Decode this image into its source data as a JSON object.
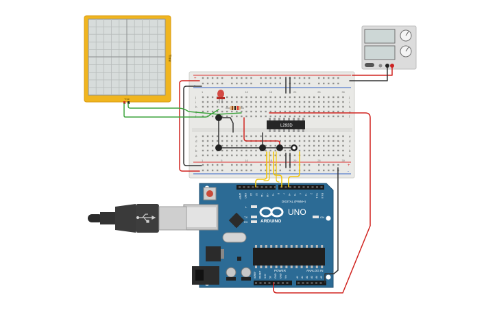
{
  "oscilloscope": {
    "label": "Time",
    "probe_label": "Tme"
  },
  "breadboard": {
    "row_letters_top": [
      "j",
      "i",
      "h",
      "g",
      "f"
    ],
    "row_letters_bottom": [
      "e",
      "d",
      "c",
      "b",
      "a"
    ],
    "column_numbers": [
      "1",
      "5",
      "10",
      "15",
      "20",
      "25",
      "30"
    ],
    "rail_plus": "+",
    "rail_minus": "-"
  },
  "chip": {
    "label": "L293D"
  },
  "arduino": {
    "logo": "ARDUINO",
    "model": "UNO",
    "digital_header_label": "DIGITAL (PWM~)",
    "power_label": "POWER",
    "analog_label": "ANALOG IN",
    "led_l": "L",
    "led_tx": "TX",
    "led_rx": "RX",
    "led_on": "ON",
    "digital_pins": [
      "AREF",
      "GND",
      "13",
      "12",
      "~11",
      "~10",
      "~9",
      "8",
      "7",
      "~6",
      "~5",
      "4",
      "~3",
      "2",
      "TX 1",
      "RX 0"
    ],
    "power_pins": [
      "IOREF",
      "RESET",
      "3.3V",
      "5V",
      "GND",
      "GND",
      "Vin"
    ],
    "analog_pins": [
      "A0",
      "A1",
      "A2",
      "A3",
      "A4",
      "A5"
    ]
  },
  "colors": {
    "breadboard": "#e9e9e6",
    "arduino": "#2c6b95",
    "wire_red": "#d0221e",
    "wire_black": "#333333",
    "wire_green": "#3ba33b",
    "wire_yellow": "#f2c60a",
    "oscilloscope_frame": "#f0b51f"
  }
}
